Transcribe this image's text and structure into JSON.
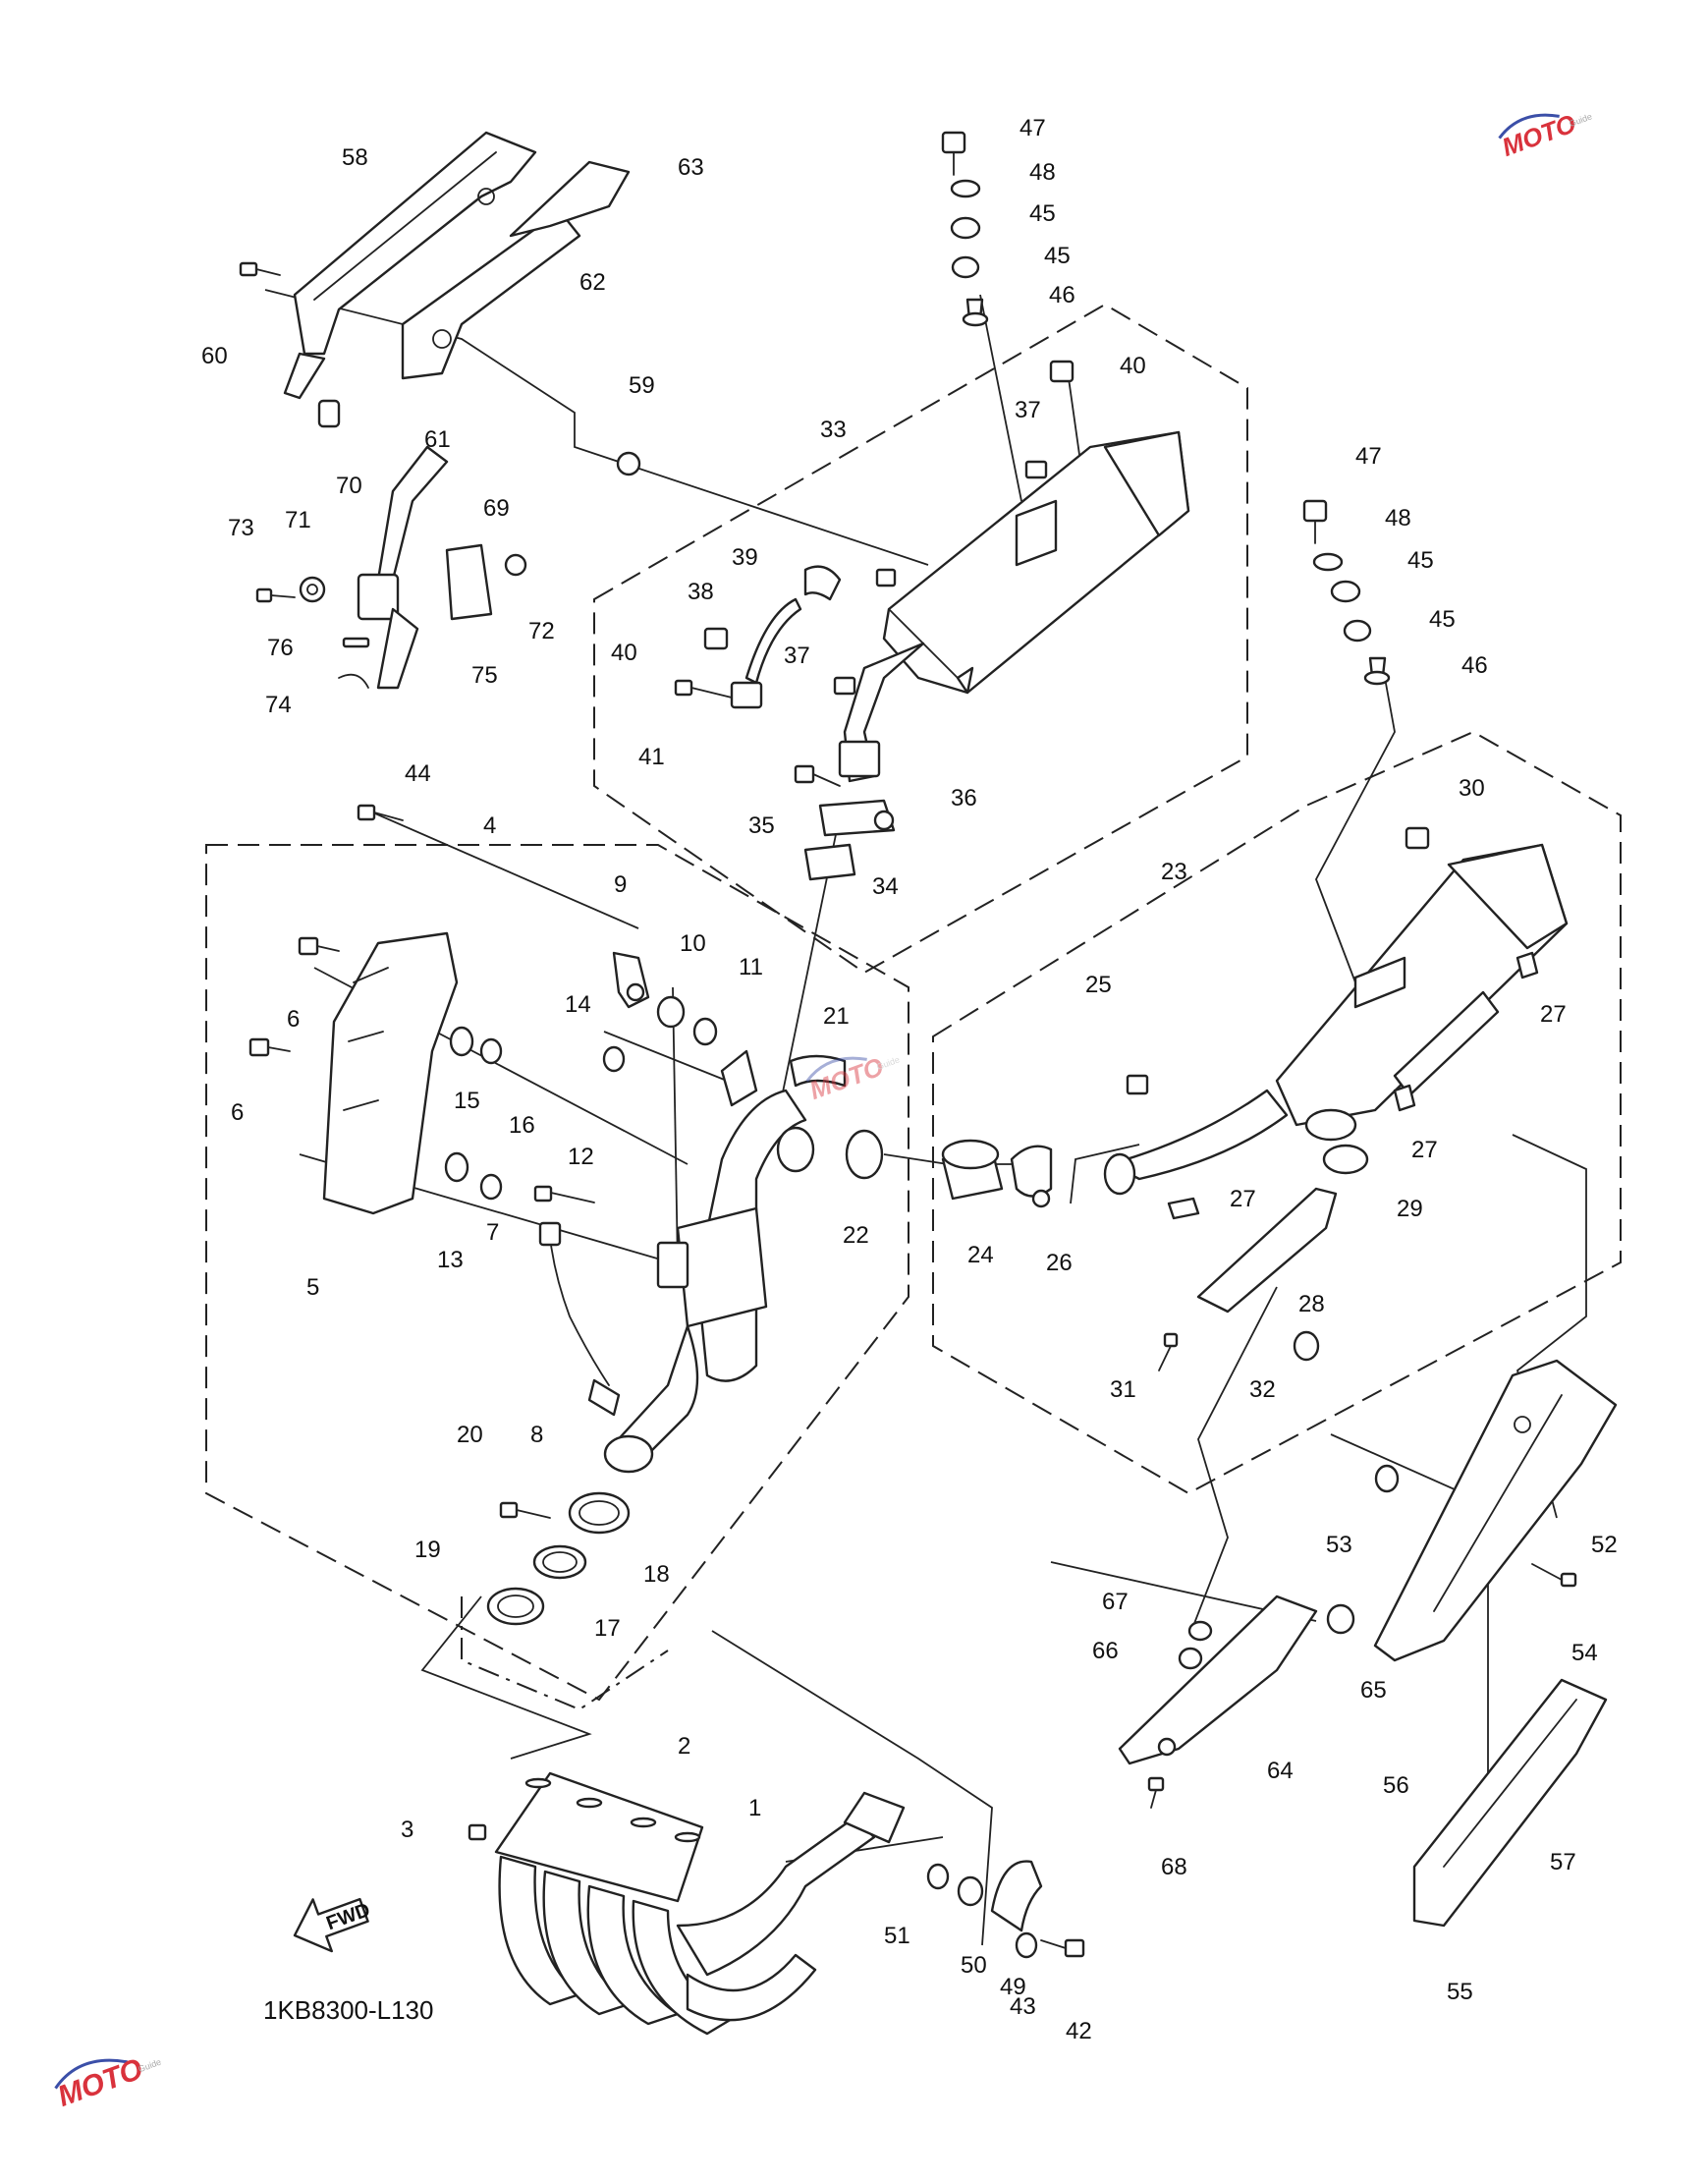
{
  "diagram": {
    "reference_code": "1KB8300-L130",
    "fwd_label": "FWD",
    "callouts": [
      "1",
      "2",
      "3",
      "4",
      "5",
      "6",
      "6",
      "7",
      "8",
      "9",
      "10",
      "11",
      "12",
      "13",
      "14",
      "15",
      "16",
      "17",
      "18",
      "19",
      "20",
      "21",
      "22",
      "23",
      "24",
      "25",
      "26",
      "27",
      "27",
      "27",
      "28",
      "29",
      "30",
      "31",
      "32",
      "33",
      "34",
      "35",
      "36",
      "37",
      "37",
      "38",
      "39",
      "40",
      "40",
      "41",
      "42",
      "43",
      "44",
      "45",
      "45",
      "45",
      "45",
      "46",
      "46",
      "47",
      "47",
      "48",
      "48",
      "49",
      "50",
      "51",
      "52",
      "53",
      "54",
      "55",
      "56",
      "57",
      "58",
      "59",
      "60",
      "61",
      "62",
      "63",
      "64",
      "65",
      "66",
      "67",
      "68",
      "69",
      "70",
      "71",
      "72",
      "73",
      "74",
      "75",
      "76"
    ]
  },
  "watermark": {
    "text": "MOTO",
    "sub": "Guide",
    "accent_color": "#d9323c",
    "secondary_color": "#3b4fa8"
  },
  "colors": {
    "line": "#222222",
    "background": "#ffffff"
  }
}
